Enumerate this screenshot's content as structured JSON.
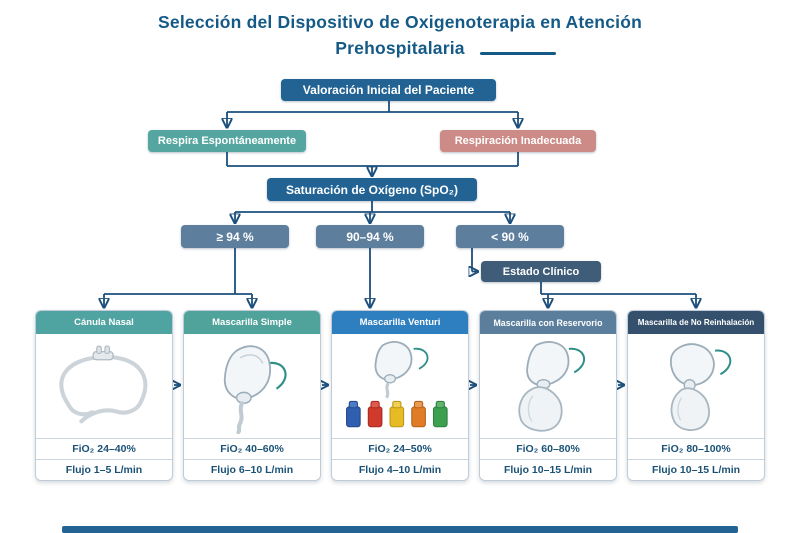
{
  "title": {
    "line1": "Selección del Dispositivo de Oxigenoterapia en Atención",
    "line2": "Prehospitalaria"
  },
  "flowchart": {
    "initial_assessment": "Valoración Inicial del Paciente",
    "breathes_spontaneously": "Respira Espontáneamente",
    "inadequate_breathing": "Respiración Inadecuada",
    "oxygen_saturation": "Saturación de Oxígeno (SpO₂)",
    "sat_ge_94": "≥ 94 %",
    "sat_90_94": "90–94 %",
    "sat_lt_90": "< 90 %",
    "clinical_status": "Estado Clínico"
  },
  "devices": [
    {
      "name": "Cánula Nasal",
      "fio2": "FiO₂ 24–40%",
      "flow": "Flujo 1–5 L/min",
      "header_color": "#4fa3a0",
      "icon": "nasal-cannula"
    },
    {
      "name": "Mascarilla Simple",
      "fio2": "FiO₂ 40–60%",
      "flow": "Flujo 6–10 L/min",
      "header_color": "#4fa39b",
      "icon": "simple-mask"
    },
    {
      "name": "Mascarilla Venturi",
      "fio2": "FiO₂ 24–50%",
      "flow": "Flujo 4–10 L/min",
      "header_color": "#2e7fc0",
      "icon": "venturi-mask"
    },
    {
      "name": "Mascarilla con Reservorio",
      "fio2": "FiO₂ 60–80%",
      "flow": "Flujo 10–15 L/min",
      "header_color": "#5b7e9c",
      "icon": "reservoir-mask"
    },
    {
      "name": "Mascarilla de No Reinhalación",
      "fio2": "FiO₂ 80–100%",
      "flow": "Flujo 10–15 L/min",
      "header_color": "#34506c",
      "icon": "non-rebreather-mask"
    }
  ],
  "colors": {
    "title": "#155a87",
    "node_primary": "#226394",
    "node_teal": "#55a6a0",
    "node_salmon": "#cd8b87",
    "node_slate": "#5d7f9d",
    "node_dark_slate": "#3f5d79",
    "connector": "#1c4f7c",
    "stat_text": "#1a5276"
  }
}
